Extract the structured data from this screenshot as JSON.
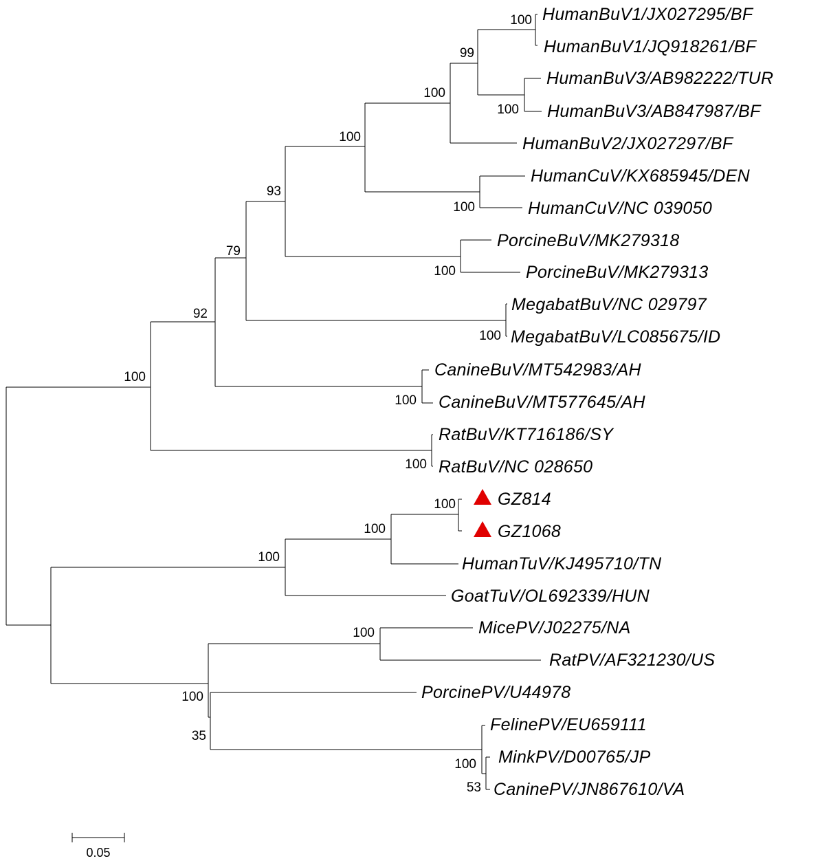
{
  "tree": {
    "taxa": [
      {
        "label": "HumanBuV1/JX027295/BF"
      },
      {
        "label": "HumanBuV1/JQ918261/BF"
      },
      {
        "label": "HumanBuV3/AB982222/TUR"
      },
      {
        "label": "HumanBuV3/AB847987/BF"
      },
      {
        "label": "HumanBuV2/JX027297/BF"
      },
      {
        "label": "HumanCuV/KX685945/DEN"
      },
      {
        "label": "HumanCuV/NC 039050"
      },
      {
        "label": "PorcineBuV/MK279318"
      },
      {
        "label": "PorcineBuV/MK279313"
      },
      {
        "label": "MegabatBuV/NC 029797"
      },
      {
        "label": "MegabatBuV/LC085675/ID"
      },
      {
        "label": "CanineBuV/MT542983/AH"
      },
      {
        "label": "CanineBuV/MT577645/AH"
      },
      {
        "label": "RatBuV/KT716186/SY"
      },
      {
        "label": "RatBuV/NC 028650"
      },
      {
        "label": "GZ814",
        "marker": "red-triangle"
      },
      {
        "label": "GZ1068",
        "marker": "red-triangle"
      },
      {
        "label": "HumanTuV/KJ495710/TN"
      },
      {
        "label": "GoatTuV/OL692339/HUN"
      },
      {
        "label": "MicePV/J02275/NA"
      },
      {
        "label": "RatPV/AF321230/US"
      },
      {
        "label": "PorcinePV/U44978"
      },
      {
        "label": "FelinePV/EU659111"
      },
      {
        "label": "MinkPV/D00765/JP"
      },
      {
        "label": "CaninePV/JN867610/VA"
      }
    ],
    "bootstrap": [
      "100",
      "99",
      "100",
      "100",
      "100",
      "93",
      "100",
      "79",
      "100",
      "92",
      "100",
      "100",
      "100",
      "100",
      "100",
      "100",
      "100",
      "100",
      "35",
      "100",
      "53"
    ],
    "scale_bar": {
      "value": 0.05,
      "label": "0.05"
    },
    "marker_color": "#e00000"
  }
}
